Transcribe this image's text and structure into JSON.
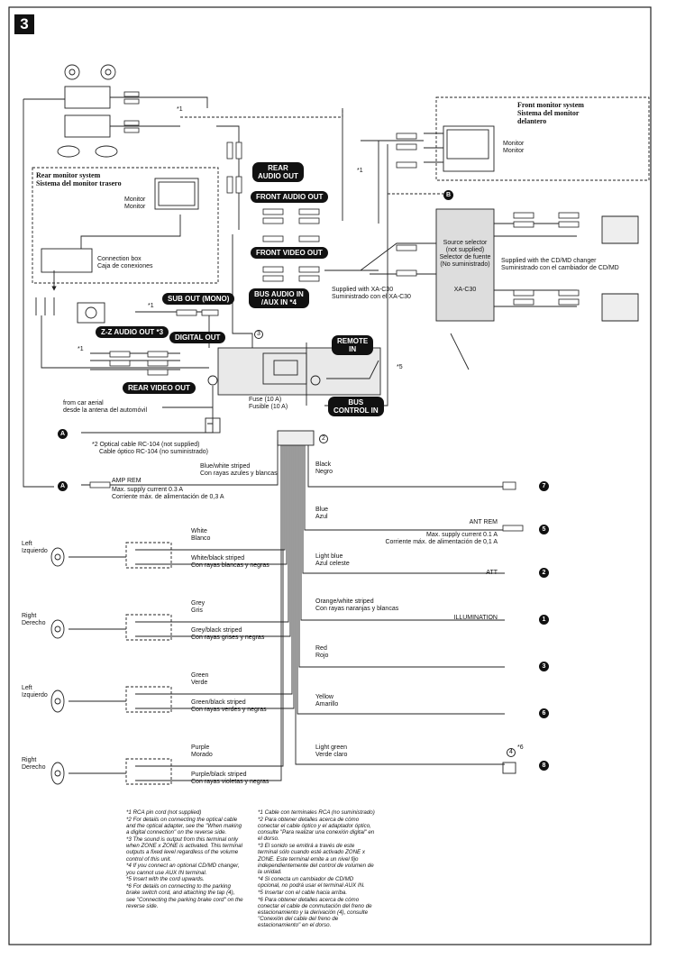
{
  "section_badge": "3",
  "titles": {
    "front_monitor": [
      "Front monitor system",
      "Sistema del monitor",
      "delantero"
    ],
    "rear_monitor": [
      "Rear monitor system",
      "Sistema del monitor trasero"
    ]
  },
  "monitor": [
    "Monitor",
    "Monitor"
  ],
  "connection_box": [
    "Connection box",
    "Caja de conexiones"
  ],
  "callouts": {
    "rear_audio_out": [
      "REAR",
      "AUDIO OUT"
    ],
    "front_audio_out": "FRONT AUDIO OUT",
    "front_video_out": "FRONT VIDEO OUT",
    "bus_audio_in": [
      "BUS AUDIO IN",
      "/AUX IN *4"
    ],
    "sub_out": "SUB OUT (MONO)",
    "zz_audio_out": "Z-Z AUDIO OUT *3",
    "digital_out": "DIGITAL OUT",
    "rear_video_out": "REAR VIDEO OUT",
    "remote_in": [
      "REMOTE",
      "IN"
    ],
    "bus_control_in": [
      "BUS",
      "CONTROL IN"
    ]
  },
  "xa_c30": {
    "source_selector": [
      "Source selector",
      "(not supplied)",
      "Selector de fuente",
      "(No suministrado)"
    ],
    "name": "XA-C30",
    "supplied": [
      "Supplied with XA-C30",
      "Suministrado con el XA-C30"
    ]
  },
  "cd_changer_note": [
    "Supplied with the CD/MD changer",
    "Suministrado con el cambiador de CD/MD"
  ],
  "fuse": [
    "Fuse (10 A)",
    "Fusible (10 A)"
  ],
  "car_aerial": [
    "from car aerial",
    "desde la antena del automóvil"
  ],
  "optical": [
    "*2 Optical cable RC-104 (not supplied)",
    "Cable óptico RC-104 (no suministrado)"
  ],
  "amp_rem": {
    "wire": [
      "Blue/white striped",
      "Con rayas azules y blancas"
    ],
    "name": "AMP REM",
    "current": [
      "Max. supply current 0.3 A",
      "Corriente máx. de alimentación de 0,3 A"
    ]
  },
  "markers": {
    "star1": "*1",
    "star5": "*5",
    "star6": "*6",
    "two": "2",
    "three": "3",
    "four": "4"
  },
  "circled_numbers": [
    "7",
    "5",
    "2",
    "1",
    "3",
    "6",
    "8"
  ],
  "circled_letters": [
    "B",
    "A",
    "A"
  ],
  "speakers": [
    {
      "side": [
        "Left",
        "Izquierdo"
      ],
      "plus": [
        "White",
        "Blanco"
      ],
      "minus": [
        "White/black striped",
        "Con rayas blancas y negras"
      ]
    },
    {
      "side": [
        "Right",
        "Derecho"
      ],
      "plus": [
        "Grey",
        "Gris"
      ],
      "minus": [
        "Grey/black striped",
        "Con rayas grises y negras"
      ]
    },
    {
      "side": [
        "Left",
        "Izquierdo"
      ],
      "plus": [
        "Green",
        "Verde"
      ],
      "minus": [
        "Green/black striped",
        "Con rayas verdes y negras"
      ]
    },
    {
      "side": [
        "Right",
        "Derecho"
      ],
      "plus": [
        "Purple",
        "Morado"
      ],
      "minus": [
        "Purple/black striped",
        "Con rayas violetas y negras"
      ]
    }
  ],
  "right_wires": [
    {
      "color": [
        "Black",
        "Negro"
      ],
      "name": "",
      "extra": [],
      "end": "7"
    },
    {
      "color": [
        "Blue",
        "Azul"
      ],
      "name": "ANT REM",
      "extra": [
        "Max. supply current 0.1 A",
        "Corriente máx. de alimentación de 0,1 A"
      ],
      "end": "5"
    },
    {
      "color": [
        "Light blue",
        "Azul celeste"
      ],
      "name": "ATT",
      "extra": [],
      "end": "2"
    },
    {
      "color": [
        "Orange/white striped",
        "Con rayas naranjas y blancas"
      ],
      "name": "ILLUMINATION",
      "extra": [],
      "end": "1"
    },
    {
      "color": [
        "Red",
        "Rojo"
      ],
      "name": "",
      "extra": [],
      "end": "3"
    },
    {
      "color": [
        "Yellow",
        "Amarillo"
      ],
      "name": "",
      "extra": [],
      "end": "6"
    },
    {
      "color": [
        "Light green",
        "Verde claro"
      ],
      "name": "",
      "extra": [],
      "end": "8"
    }
  ],
  "footnotes_en": [
    "*1 RCA pin cord (not supplied)",
    "*2 For details on connecting the optical cable and the optical adapter, see the \"When making a digital connection\" on the reverse side.",
    "*3 The sound is output from this terminal only when ZONE x ZONE is activated. This terminal outputs a fixed level regardless of the volume control of this unit.",
    "*4 If you connect an optional CD/MD changer, you cannot use AUX IN terminal.",
    "*5 Insert with the cord upwards.",
    "*6 For details on connecting to the parking brake switch cord, and attaching the tap (4), see \"Connecting the parking brake cord\" on the reverse side."
  ],
  "footnotes_es": [
    "*1 Cable con terminales RCA (no suministrado)",
    "*2 Para obtener detalles acerca de cómo conectar el cable óptico y el adaptador óptico, consulte \"Para realizar una conexión digital\" en el dorso.",
    "*3 El sonido se emitirá a través de este terminal sólo cuando esté activado ZONE x ZONE. Este terminal emite a un nivel fijo independientemente del control de volumen de la unidad.",
    "*4 Si conecta un cambiador de CD/MD opcional, no podrá usar el terminal AUX IN.",
    "*5 Insertar con el cable hacia arriba.",
    "*6 Para obtener detalles acerca de cómo conectar el cable de conmutación del freno de estacionamiento y la derivación (4), consulte \"Conexión del cable del freno de estacionamiento\" en el dorso."
  ]
}
